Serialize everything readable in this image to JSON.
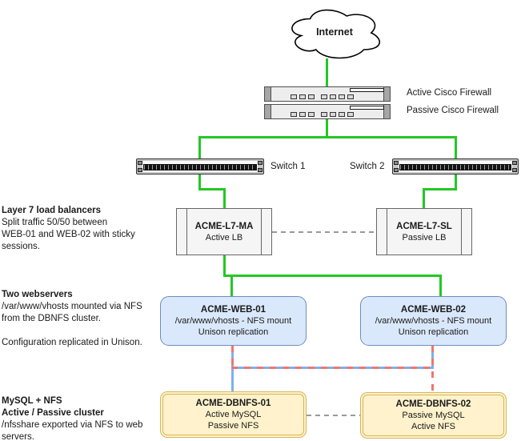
{
  "colors": {
    "green": "#24C724",
    "blue": "#7DAFF0",
    "red": "#F5736E",
    "graydash": "#999999",
    "webfill": "#dae8fc",
    "webborder": "#6c8ebf",
    "dbfill": "#fff2cc",
    "dbborder": "#d6b656",
    "rackfill": "#f5f5f5",
    "rackborder": "#666666"
  },
  "diagram": {
    "internet_label": "Internet",
    "firewall_active_label": "Active Cisco Firewall",
    "firewall_passive_label": "Passive Cisco Firewall",
    "switch1_label": "Switch 1",
    "switch2_label": "Switch 2",
    "lb_active": {
      "title": "ACME-L7-MA",
      "subtitle": "Active LB"
    },
    "lb_passive": {
      "title": "ACME-L7-SL",
      "subtitle": "Passive LB"
    },
    "web1": {
      "title": "ACME-WEB-01",
      "line1": "/var/www/vhosts - NFS mount",
      "line2": "Unison replication"
    },
    "web2": {
      "title": "ACME-WEB-02",
      "line1": "/var/www/vhosts - NFS mount",
      "line2": "Unison replication"
    },
    "dbnfs1": {
      "title": "ACME-DBNFS-01",
      "line1": "Active MySQL",
      "line2": "Passive NFS"
    },
    "dbnfs2": {
      "title": "ACME-DBNFS-02",
      "line1": "Passive MySQL",
      "line2": "Active NFS"
    }
  },
  "notes": {
    "lb": {
      "heading": "Layer 7 load balancers",
      "lines": [
        "Split traffic 50/50 between",
        "WEB-01 and WEB-02 with sticky",
        "sessions."
      ]
    },
    "web": {
      "heading": "Two webservers",
      "lines": [
        "/var/www/vhosts mounted via NFS",
        "from the DBNFS cluster."
      ],
      "footer": "Configuration replicated in Unison."
    },
    "db": {
      "heading1": "MySQL + NFS",
      "heading2": "Active / Passive cluster",
      "lines": [
        "/nfsshare exported via NFS to web",
        "servers."
      ]
    }
  }
}
